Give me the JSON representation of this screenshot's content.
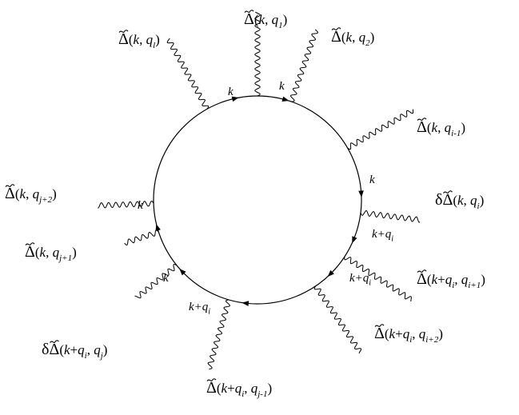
{
  "diagram": {
    "external_legs": [
      {
        "name": "leg-q1",
        "delta": "Δ",
        "args": [
          {
            "t": "(",
            "i": false
          },
          {
            "t": "k",
            "i": true
          },
          {
            "t": ", ",
            "i": false
          },
          {
            "t": "q",
            "i": true
          },
          {
            "t": "1",
            "sub": true
          },
          {
            "t": ")",
            "i": false
          }
        ]
      },
      {
        "name": "leg-q2",
        "delta": "Δ",
        "args": [
          {
            "t": "(",
            "i": false
          },
          {
            "t": "k",
            "i": true
          },
          {
            "t": ", ",
            "i": false
          },
          {
            "t": "q",
            "i": true
          },
          {
            "t": "2",
            "sub": true
          },
          {
            "t": ")",
            "i": false
          }
        ]
      },
      {
        "name": "leg-q-i-minus-1",
        "delta": "Δ",
        "args": [
          {
            "t": "(",
            "i": false
          },
          {
            "t": "k",
            "i": true
          },
          {
            "t": ", ",
            "i": false
          },
          {
            "t": "q",
            "i": true
          },
          {
            "t": "i-1",
            "sub": true
          },
          {
            "t": ")",
            "i": false
          }
        ]
      },
      {
        "name": "leg-q-i",
        "prefix": "δ",
        "delta": "Δ",
        "args": [
          {
            "t": "(",
            "i": false
          },
          {
            "t": "k",
            "i": true
          },
          {
            "t": ", ",
            "i": false
          },
          {
            "t": "q",
            "i": true
          },
          {
            "t": "i",
            "sub": true
          },
          {
            "t": ")",
            "i": false
          }
        ]
      },
      {
        "name": "leg-q-i-plus-1",
        "delta": "Δ",
        "args": [
          {
            "t": "(",
            "i": false
          },
          {
            "t": "k",
            "i": true
          },
          {
            "t": "+",
            "i": false
          },
          {
            "t": "q",
            "i": true
          },
          {
            "t": "i",
            "sub": true
          },
          {
            "t": ", ",
            "i": false
          },
          {
            "t": "q",
            "i": true
          },
          {
            "t": "i+1",
            "sub": true
          },
          {
            "t": ")",
            "i": false
          }
        ]
      },
      {
        "name": "leg-q-i-plus-2",
        "delta": "Δ",
        "args": [
          {
            "t": "(",
            "i": false
          },
          {
            "t": "k",
            "i": true
          },
          {
            "t": "+",
            "i": false
          },
          {
            "t": "q",
            "i": true
          },
          {
            "t": "i",
            "sub": true
          },
          {
            "t": ", ",
            "i": false
          },
          {
            "t": "q",
            "i": true
          },
          {
            "t": "i+2",
            "sub": true
          },
          {
            "t": ")",
            "i": false
          }
        ]
      },
      {
        "name": "leg-q-j-minus-1",
        "delta": "Δ",
        "args": [
          {
            "t": "(",
            "i": false
          },
          {
            "t": "k",
            "i": true
          },
          {
            "t": "+",
            "i": false
          },
          {
            "t": "q",
            "i": true
          },
          {
            "t": "i",
            "sub": true
          },
          {
            "t": ", ",
            "i": false
          },
          {
            "t": "q",
            "i": true
          },
          {
            "t": "j-1",
            "sub": true
          },
          {
            "t": ")",
            "i": false
          }
        ]
      },
      {
        "name": "leg-q-j",
        "prefix": "δ",
        "delta": "Δ",
        "args": [
          {
            "t": "(",
            "i": false
          },
          {
            "t": "k",
            "i": true
          },
          {
            "t": "+",
            "i": false
          },
          {
            "t": "q",
            "i": true
          },
          {
            "t": "i",
            "sub": true
          },
          {
            "t": ", ",
            "i": false
          },
          {
            "t": "q",
            "i": true
          },
          {
            "t": "j",
            "sub": true
          },
          {
            "t": ")",
            "i": false
          }
        ]
      },
      {
        "name": "leg-q-j-plus-1",
        "delta": "Δ",
        "args": [
          {
            "t": "(",
            "i": false
          },
          {
            "t": "k",
            "i": true
          },
          {
            "t": ", ",
            "i": false
          },
          {
            "t": "q",
            "i": true
          },
          {
            "t": "j+1",
            "sub": true
          },
          {
            "t": ")",
            "i": false
          }
        ]
      },
      {
        "name": "leg-q-j-plus-2",
        "delta": "Δ",
        "args": [
          {
            "t": "(",
            "i": false
          },
          {
            "t": "k",
            "i": true
          },
          {
            "t": ", ",
            "i": false
          },
          {
            "t": "q",
            "i": true
          },
          {
            "t": "j+2",
            "sub": true
          },
          {
            "t": ")",
            "i": false
          }
        ]
      },
      {
        "name": "leg-q-l",
        "delta": "Δ",
        "args": [
          {
            "t": "(",
            "i": false
          },
          {
            "t": "k",
            "i": true
          },
          {
            "t": ", ",
            "i": false
          },
          {
            "t": "q",
            "i": true
          },
          {
            "t": "l",
            "sub": true
          },
          {
            "t": ")",
            "i": false
          }
        ]
      }
    ],
    "momentum_labels": [
      {
        "name": "momentum-k-top-left",
        "parts": [
          {
            "t": "k",
            "i": true
          }
        ]
      },
      {
        "name": "momentum-k-top",
        "parts": [
          {
            "t": "k",
            "i": true
          }
        ]
      },
      {
        "name": "momentum-k-right",
        "parts": [
          {
            "t": "k",
            "i": true
          }
        ]
      },
      {
        "name": "momentum-k-plus-qi-right",
        "parts": [
          {
            "t": "k+q",
            "i": true
          },
          {
            "t": "i",
            "sub": true
          }
        ]
      },
      {
        "name": "momentum-k-plus-qi-lower-right",
        "parts": [
          {
            "t": "k+q",
            "i": true
          },
          {
            "t": "i",
            "sub": true
          }
        ]
      },
      {
        "name": "momentum-k-plus-qi-bottom",
        "parts": [
          {
            "t": "k+q",
            "i": true
          },
          {
            "t": "i",
            "sub": true
          }
        ]
      },
      {
        "name": "momentum-k-lower-left",
        "parts": [
          {
            "t": "k",
            "i": true
          }
        ]
      },
      {
        "name": "momentum-k-left",
        "parts": [
          {
            "t": "k",
            "i": true
          }
        ]
      }
    ]
  }
}
